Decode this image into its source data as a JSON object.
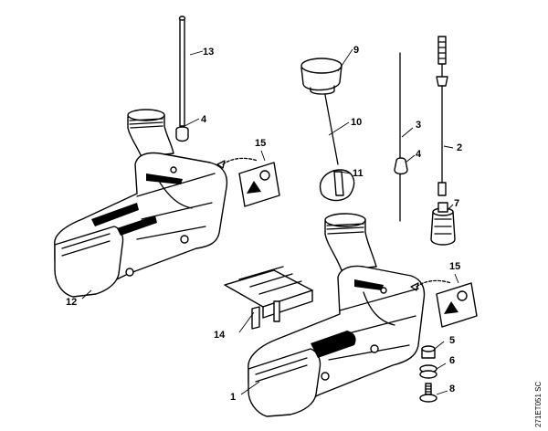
{
  "labels": {
    "p1": "1",
    "p2": "2",
    "p3": "3",
    "p4a": "4",
    "p4b": "4",
    "p5": "5",
    "p6": "6",
    "p7": "7",
    "p8": "8",
    "p9": "9",
    "p10": "10",
    "p11": "11",
    "p12": "12",
    "p13": "13",
    "p14": "14",
    "p15a": "15",
    "p15b": "15"
  },
  "drawing_code": "271ET051 SC",
  "icons": [
    "fuel-tank-icon",
    "fuel-cap-icon",
    "warning-label-icon",
    "fuel-filter-icon",
    "bracket-icon"
  ]
}
